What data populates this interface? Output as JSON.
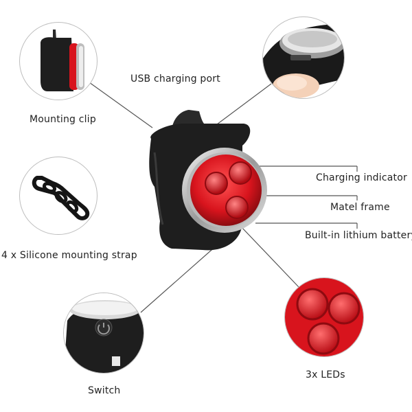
{
  "labels": {
    "usb_port": "USB charging port",
    "mounting_clip": "Mounting clip",
    "charging_indicator": "Charging indicator",
    "metal_frame": "Matel frame",
    "battery": "Built-in lithium battery",
    "strap": "4 x Silicone mounting strap",
    "leds": "3x LEDs",
    "switch": "Switch"
  },
  "colors": {
    "led_red": "#d8141d",
    "housing_black": "#1e1e1e",
    "chrome": "#c9c9c9",
    "leader_line": "#555555"
  }
}
